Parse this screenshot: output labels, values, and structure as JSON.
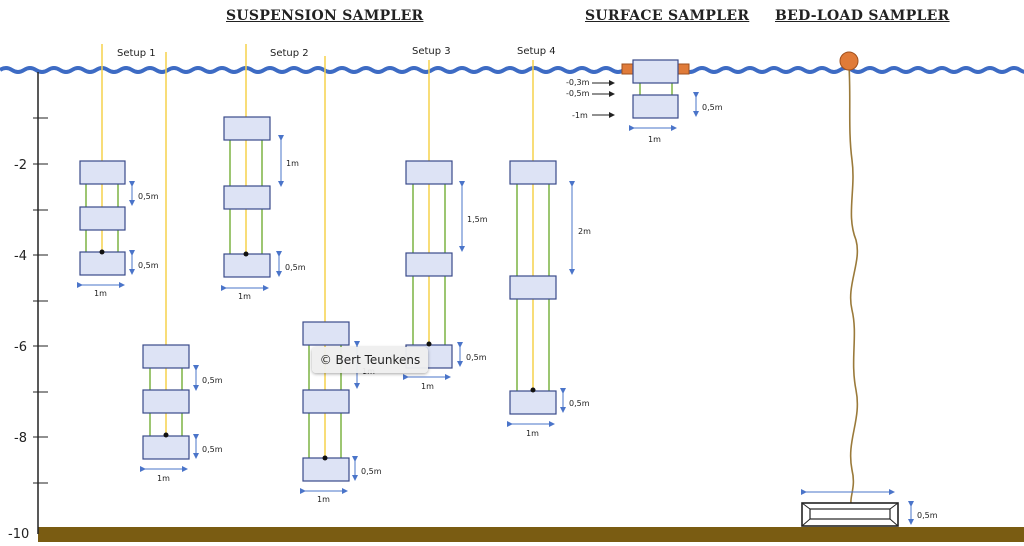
{
  "titles": {
    "suspension": "SUSPENSION SAMPLER",
    "surface": "SURFACE SAMPLER",
    "bedload": "BED-LOAD SAMPLER"
  },
  "setups": [
    "Setup 1",
    "Setup 2",
    "Setup 3",
    "Setup 4"
  ],
  "axis": {
    "ticks": [
      "-2",
      "-4",
      "-6",
      "-8",
      "-10"
    ]
  },
  "labels": {
    "half_meter": "0,5m",
    "one_meter": "1m",
    "one_half_meter": "1,5m",
    "two_meter": "2m",
    "surface_depth_1": "-0,3m",
    "surface_depth_2": "-0,5m",
    "surface_depth_3": "-1m"
  },
  "watermark": "© Bert Teunkens",
  "colors": {
    "water": "#3d6bc4",
    "sampler_fill": "#dde3f5",
    "sampler_stroke": "#3a4a8a",
    "rope": "#f6d24b",
    "frame": "#7cb342",
    "arrow": "#4a74c9",
    "ground": "#7a5c12",
    "buoy": "#e07b39",
    "bed_rope": "#9a7a3a"
  }
}
